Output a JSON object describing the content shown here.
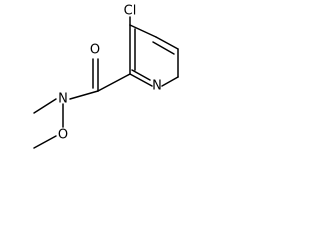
{
  "molecule": {
    "atoms": {
      "chlorine": "Cl",
      "carbonyl_oxygen": "O",
      "ring_nitrogen": "N",
      "amide_nitrogen": "N",
      "ether_oxygen": "O"
    },
    "colors": {
      "bond": "#000000",
      "label": "#000000",
      "background": "#ffffff"
    }
  }
}
